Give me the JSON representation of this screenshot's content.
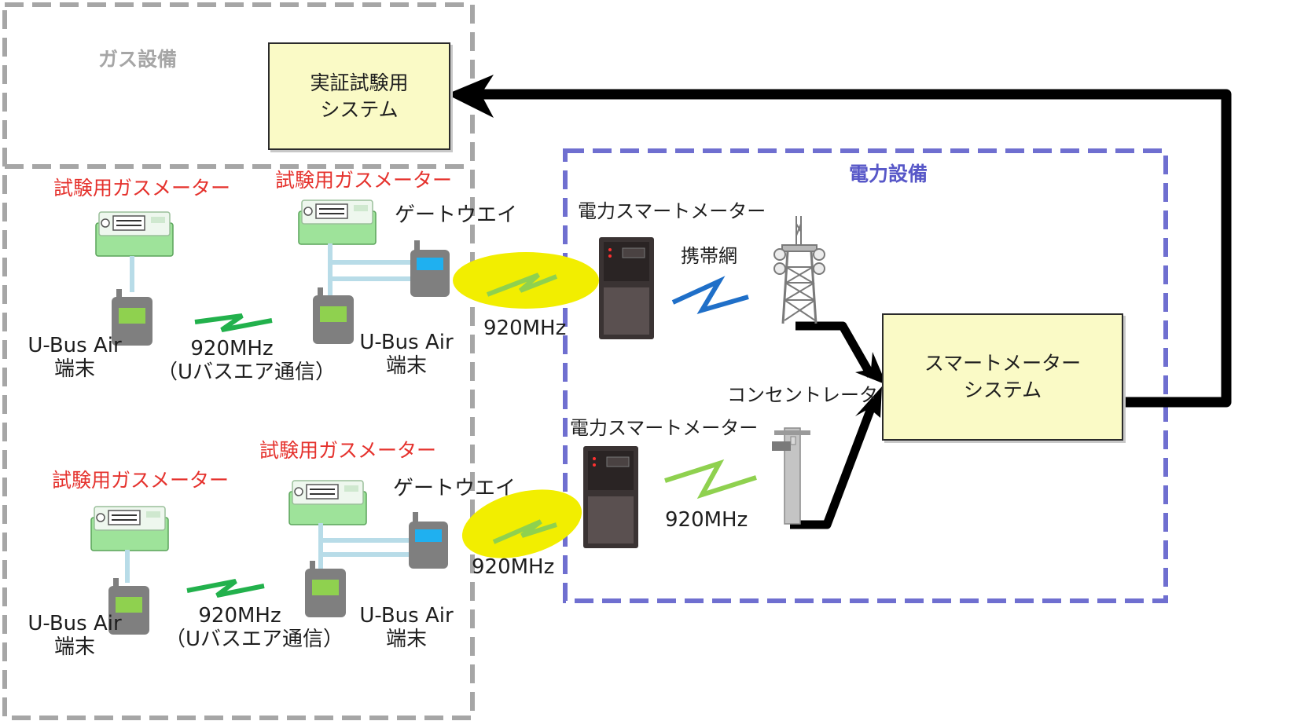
{
  "gas_area": {
    "title": "ガス設備"
  },
  "power_area": {
    "title": "電力設備"
  },
  "pilot_system": {
    "line1": "実証試験用",
    "line2": "システム"
  },
  "smart_meter_system": {
    "line1": "スマートメーター",
    "line2": "システム"
  },
  "gas_meter_label": "試験用ガスメーター",
  "gateway_label": "ゲートウエイ",
  "ubus_terminal": {
    "line1": "U-Bus Air",
    "line2": "端末"
  },
  "ubus_link": {
    "line1": "920MHz",
    "line2": "（Uバスエア通信）"
  },
  "freq_920": "920MHz",
  "power_meter_label": "電力スマートメーター",
  "cellular_label": "携帯網",
  "concentrator_label": "コンセントレータ",
  "colors": {
    "gas_border": "#a6a6a6",
    "power_border": "#6f6fd0",
    "system_fill": "#fafac6",
    "wireless_green": "#22b14c",
    "wireless_blue": "#1f6fc8",
    "ellipse_yellow": "#f2ee00",
    "connector": "#000000"
  }
}
